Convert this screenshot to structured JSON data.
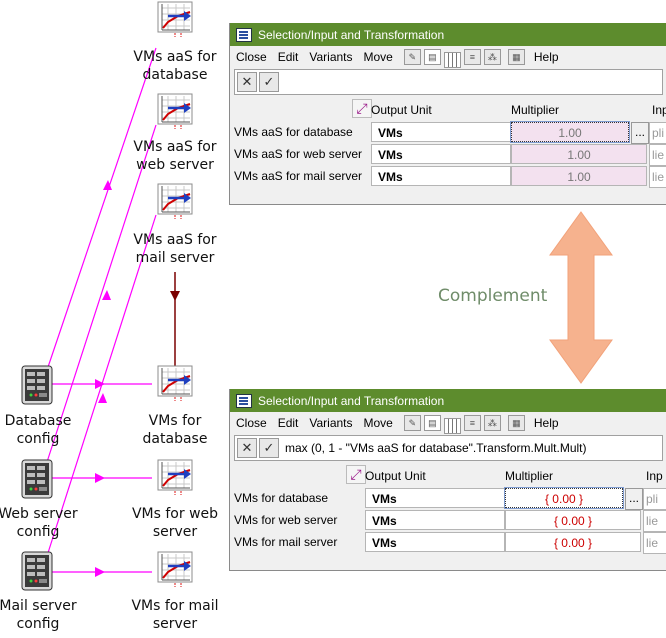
{
  "diagram": {
    "top_nodes": [
      {
        "label": "VMs aaS for\ndatabase"
      },
      {
        "label": "VMs aaS for\nweb server"
      },
      {
        "label": "VMs aaS for\nmail server"
      }
    ],
    "bottom_nodes": [
      {
        "label": "VMs for\ndatabase"
      },
      {
        "label": "VMs for web\nserver"
      },
      {
        "label": "VMs for mail\nserver"
      }
    ],
    "config_nodes": [
      {
        "label": "Database\nconfig"
      },
      {
        "label": "Web server\nconfig"
      },
      {
        "label": "Mail server\nconfig"
      }
    ],
    "colors": {
      "arrow_magenta": "#ff00ff",
      "arrow_dark_red": "#7a0000"
    }
  },
  "complement_label": "Complement",
  "windows": [
    {
      "id": "top",
      "title": "Selection/Input and Transformation",
      "menu": [
        "Close",
        "Edit",
        "Variants",
        "Move"
      ],
      "help_label": "Help",
      "formula": "",
      "headers": {
        "output_unit": "Output Unit",
        "multiplier": "Multiplier",
        "cut": "Inp"
      },
      "rows": [
        {
          "label": "VMs aaS for database",
          "unit": "VMs",
          "multiplier": "1.00",
          "cut": "pli"
        },
        {
          "label": "VMs aaS for web server",
          "unit": "VMs",
          "multiplier": "1.00",
          "cut": "lie"
        },
        {
          "label": "VMs aaS for mail server",
          "unit": "VMs",
          "multiplier": "1.00",
          "cut": "lie"
        }
      ]
    },
    {
      "id": "bottom",
      "title": "Selection/Input and Transformation",
      "menu": [
        "Close",
        "Edit",
        "Variants",
        "Move"
      ],
      "help_label": "Help",
      "formula": "max (0, 1 - \"VMs aaS for database\".Transform.Mult.Mult)",
      "headers": {
        "output_unit": "Output Unit",
        "multiplier": "Multiplier",
        "cut": "Inp"
      },
      "rows": [
        {
          "label": "VMs for database",
          "unit": "VMs",
          "multiplier": "{ 0.00 }",
          "cut": "pli"
        },
        {
          "label": "VMs for web server",
          "unit": "VMs",
          "multiplier": "{ 0.00 }",
          "cut": "lie"
        },
        {
          "label": "VMs for mail server",
          "unit": "VMs",
          "multiplier": "{ 0.00 }",
          "cut": "lie"
        }
      ]
    }
  ],
  "dots_label": "...",
  "ui_colors": {
    "titlebar": "#5d8c2d",
    "pink_cell": "#f3e1ef",
    "complement_arrow": "#f6b28e"
  }
}
